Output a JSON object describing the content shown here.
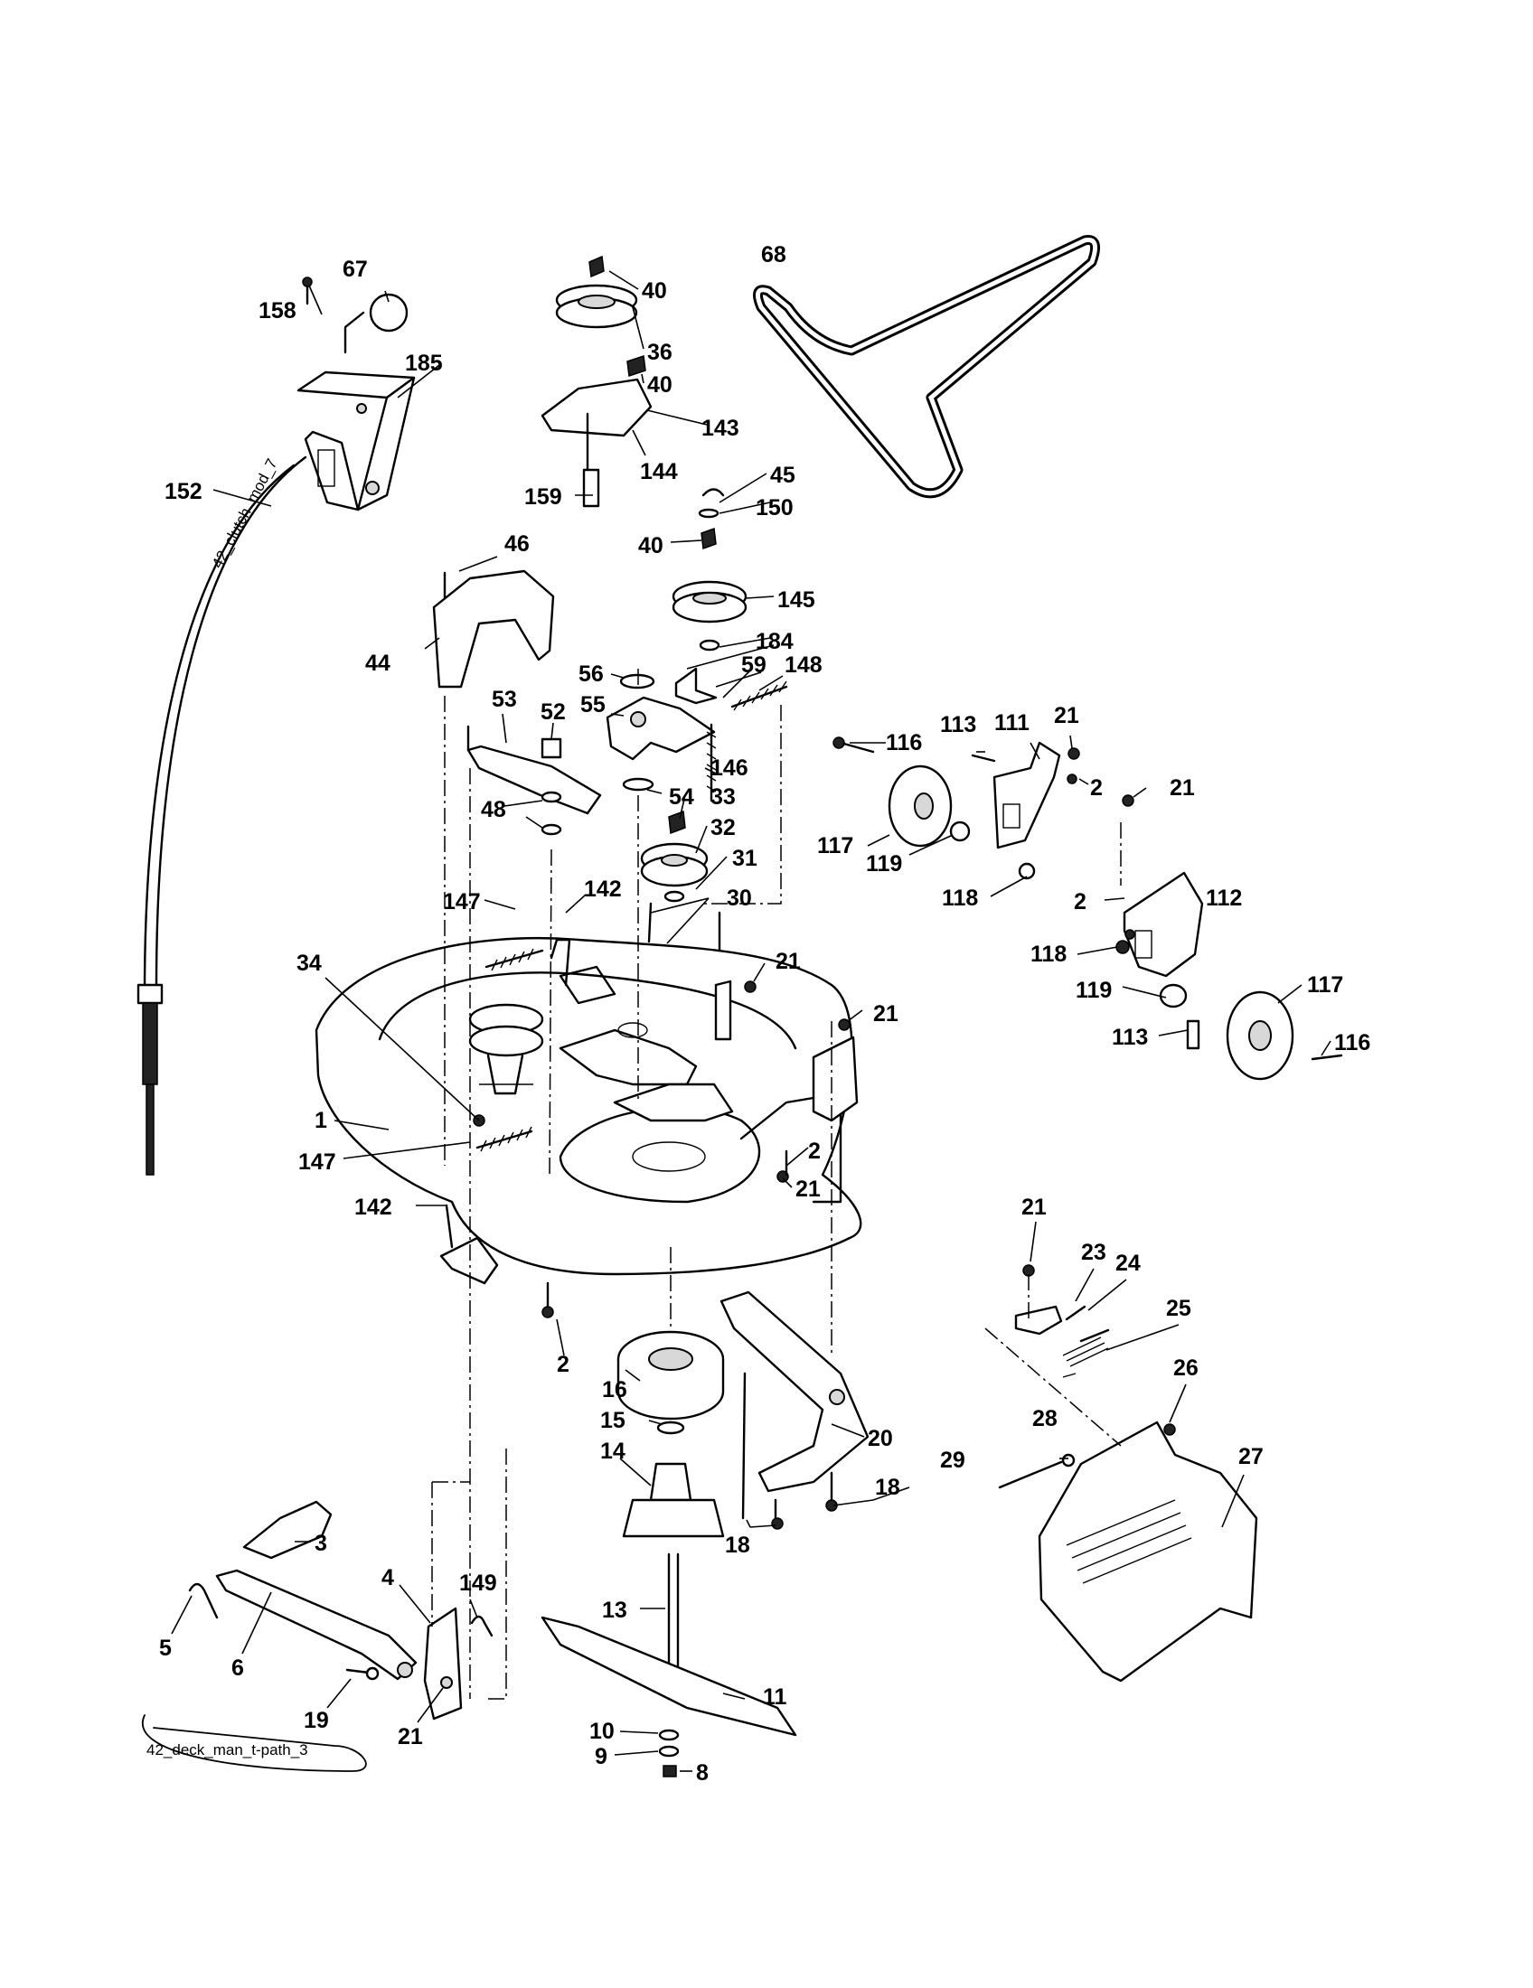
{
  "diagram": {
    "labels": [
      "67",
      "158",
      "185",
      "152",
      "40",
      "36",
      "40",
      "143",
      "144",
      "159",
      "45",
      "150",
      "40",
      "145",
      "184",
      "68",
      "46",
      "44",
      "56",
      "55",
      "59",
      "148",
      "53",
      "52",
      "146",
      "54",
      "48",
      "33",
      "32",
      "31",
      "30",
      "147",
      "142",
      "116",
      "113",
      "111",
      "21",
      "2",
      "21",
      "117",
      "119",
      "118",
      "2",
      "112",
      "118",
      "119",
      "117",
      "113",
      "116",
      "34",
      "21",
      "21",
      "1",
      "147",
      "2",
      "21",
      "142",
      "2",
      "16",
      "15",
      "14",
      "20",
      "18",
      "18",
      "21",
      "23",
      "24",
      "25",
      "26",
      "28",
      "29",
      "27",
      "3",
      "5",
      "6",
      "4",
      "149",
      "19",
      "21",
      "13",
      "11",
      "10",
      "9",
      "8"
    ],
    "captions": {
      "clutch_cable": "42_clutch_mod_7",
      "footer": "42_deck_man_t-path_3"
    }
  }
}
